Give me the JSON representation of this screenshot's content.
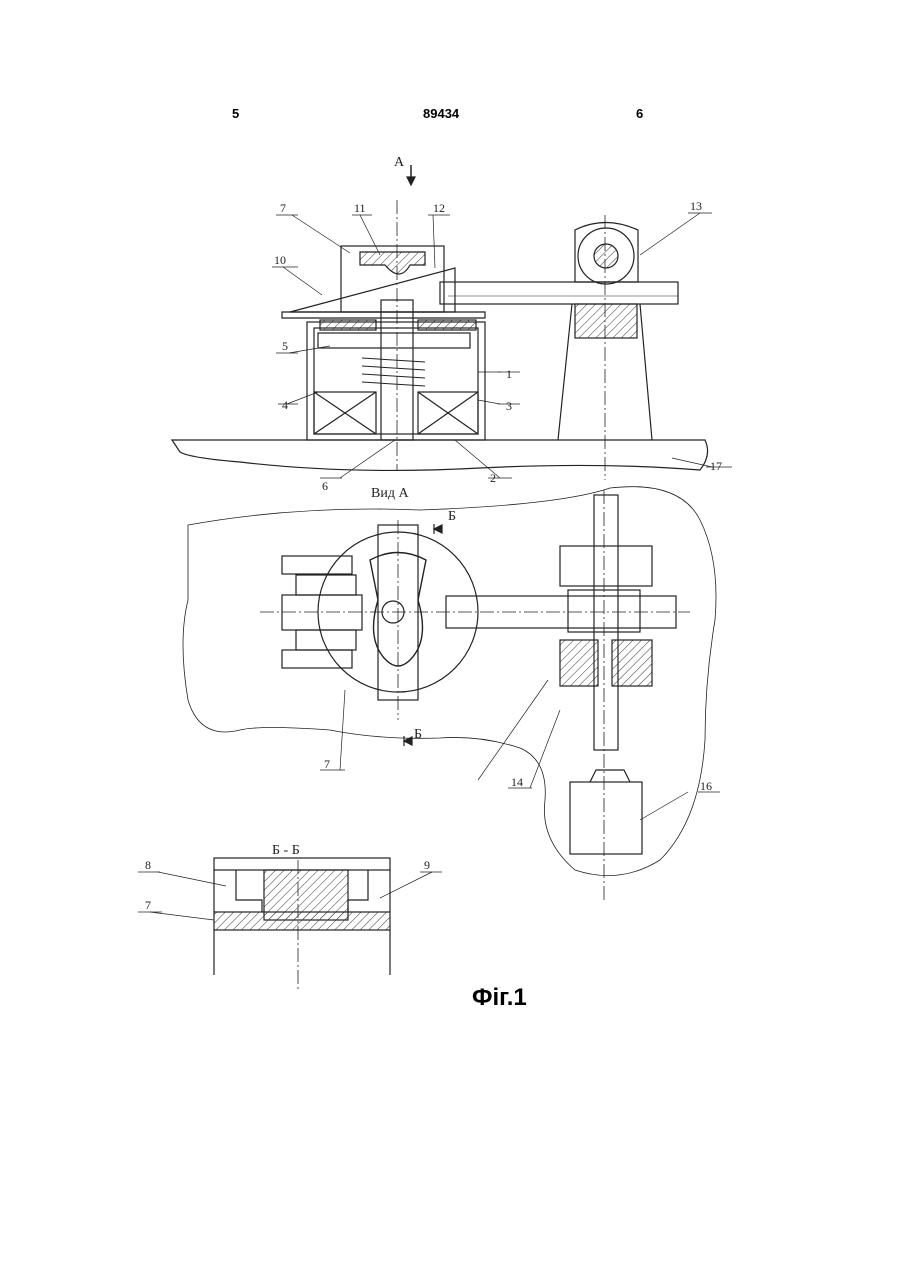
{
  "header": {
    "page_left": "5",
    "patent_number": "89434",
    "page_right": "6"
  },
  "labels": {
    "view_arrow": "А",
    "view_title": "Вид А",
    "section_mark": "Б",
    "section_title": "Б - Б",
    "parts": [
      "1",
      "2",
      "3",
      "4",
      "5",
      "6",
      "7",
      "8",
      "9",
      "10",
      "11",
      "12",
      "13",
      "14",
      "16",
      "17"
    ]
  },
  "figure_caption": "Фіг.1"
}
